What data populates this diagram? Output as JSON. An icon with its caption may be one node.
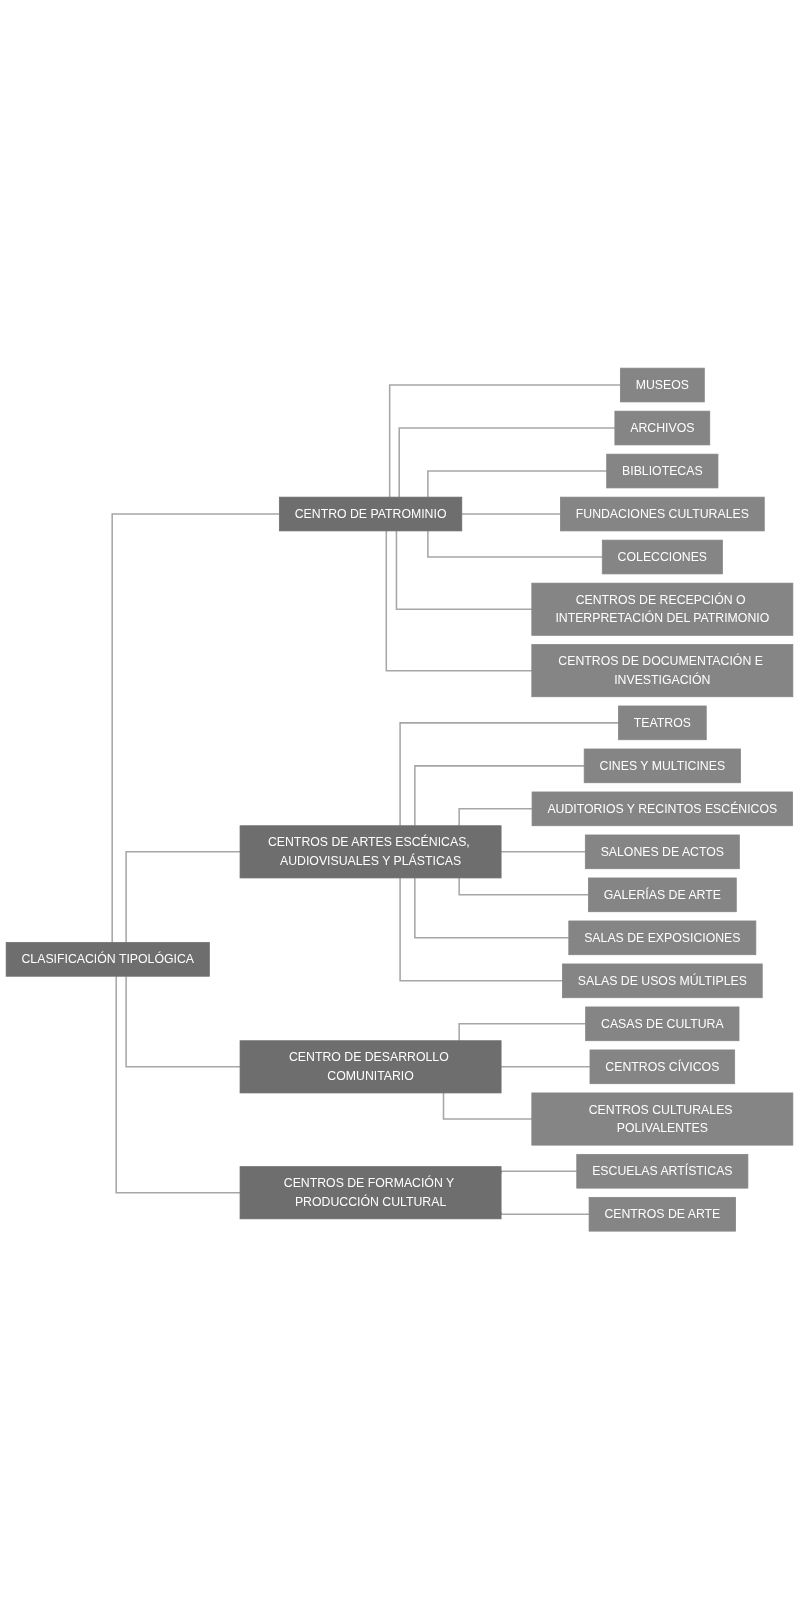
{
  "diagram": {
    "nodes": [
      {
        "text": [
          "CLASIFICACIÓN TIPOLÓGICA"
        ]
      },
      {
        "text": [
          "CENTRO DE PATROMINIO"
        ]
      },
      {
        "text": [
          "MUSEOS"
        ]
      },
      {
        "text": [
          "ARCHIVOS"
        ]
      },
      {
        "text": [
          "BIBLIOTECAS"
        ]
      },
      {
        "text": [
          "FUNDACIONES CULTURALES"
        ]
      },
      {
        "text": [
          "COLECCIONES"
        ]
      },
      {
        "text": [
          "CENTROS DE RECEPCIÓN O INTERPRETACIÓN DEL PATRIMONIO"
        ]
      },
      {
        "text": [
          "CENTROS DE DOCUMENTACIÓN E INVESTIGACIÓN"
        ]
      },
      {
        "text": [
          "CENTROS DE ARTES ESCÉNICAS, AUDIOVISUALES Y PLÁSTICAS"
        ]
      },
      {
        "text": [
          "TEATROS"
        ]
      },
      {
        "text": [
          "CINES Y MULTICINES"
        ]
      },
      {
        "text": [
          "AUDITORIOS Y RECINTOS ESCÉNICOS"
        ]
      },
      {
        "text": [
          "SALONES DE ACTOS"
        ]
      },
      {
        "text": [
          "GALERÍAS DE ARTE"
        ]
      },
      {
        "text": [
          "SALAS DE EXPOSICIONES"
        ]
      },
      {
        "text": [
          "SALAS DE USOS MÚLTIPLES"
        ]
      },
      {
        "text": [
          "CENTRO DE DESARROLLO COMUNITARIO"
        ]
      },
      {
        "text": [
          "CASAS DE CULTURA"
        ]
      },
      {
        "text": [
          "CENTROS CÍVICOS"
        ]
      },
      {
        "text": [
          "CENTROS CULTURALES POLIVALENTES"
        ]
      },
      {
        "text": [
          "CENTROS DE FORMACIÓN Y PRODUCCIÓN CULTURAL"
        ]
      },
      {
        "text": [
          "ESCUELAS ARTÍSTICAS"
        ]
      },
      {
        "text": [
          "CENTROS DE ARTE"
        ]
      }
    ],
    "edges": [
      {
        "from": 0,
        "to": 1,
        "arrow": "none"
      },
      {
        "from": 0,
        "to": 9,
        "arrow": "none"
      },
      {
        "from": 0,
        "to": 17,
        "arrow": "none"
      },
      {
        "from": 0,
        "to": 21,
        "arrow": "none"
      },
      {
        "from": 1,
        "to": 2,
        "arrow": "none"
      },
      {
        "from": 1,
        "to": 3,
        "arrow": "none"
      },
      {
        "from": 1,
        "to": 4,
        "arrow": "none"
      },
      {
        "from": 1,
        "to": 5,
        "arrow": "none"
      },
      {
        "from": 1,
        "to": 6,
        "arrow": "none"
      },
      {
        "from": 1,
        "to": 7,
        "arrow": "none"
      },
      {
        "from": 1,
        "to": 8,
        "arrow": "none"
      },
      {
        "from": 9,
        "to": 10,
        "arrow": "none"
      },
      {
        "from": 9,
        "to": 11,
        "arrow": "none"
      },
      {
        "from": 9,
        "to": 12,
        "arrow": "none"
      },
      {
        "from": 9,
        "to": 13,
        "arrow": "none"
      },
      {
        "from": 9,
        "to": 14,
        "arrow": "none"
      },
      {
        "from": 9,
        "to": 15,
        "arrow": "none"
      },
      {
        "from": 9,
        "to": 16,
        "arrow": "none"
      },
      {
        "from": 17,
        "to": 18,
        "arrow": "none"
      },
      {
        "from": 17,
        "to": 19,
        "arrow": "none"
      },
      {
        "from": 17,
        "to": 20,
        "arrow": "none"
      },
      {
        "from": 21,
        "to": 22,
        "arrow": "none"
      },
      {
        "from": 21,
        "to": 23,
        "arrow": "none"
      }
    ]
  }
}
